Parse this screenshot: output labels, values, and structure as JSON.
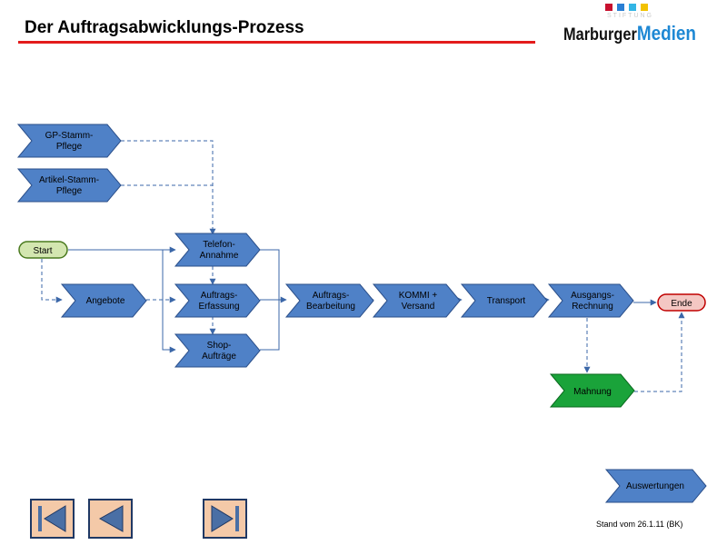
{
  "header": {
    "title": "Der Auftragsabwicklungs-Prozess"
  },
  "logo": {
    "tagline": "STIFTUNG",
    "word_part1": "Marburger",
    "word_part2": "Medien",
    "square_colors": [
      "#c8102e",
      "#2a7fd4",
      "#33b5e5",
      "#f2c200"
    ]
  },
  "diagram": {
    "nodes": {
      "gp_stamm": [
        "GP-Stamm-",
        "Pflege"
      ],
      "artikel_stamm": [
        "Artikel-Stamm-",
        "Pflege"
      ],
      "start": [
        "Start"
      ],
      "angebote": [
        "Angebote"
      ],
      "telefon": [
        "Telefon-",
        "Annahme"
      ],
      "auftrags_erfassung": [
        "Auftrags-",
        "Erfassung"
      ],
      "shop": [
        "Shop-",
        "Aufträge"
      ],
      "auftrags_bearbeitung": [
        "Auftrags-",
        "Bearbeitung"
      ],
      "kommi": [
        "KOMMI +",
        "Versand"
      ],
      "transport": [
        "Transport"
      ],
      "ausgangs_rechnung": [
        "Ausgangs-",
        "Rechnung"
      ],
      "ende": [
        "Ende"
      ],
      "mahnung": [
        "Mahnung"
      ],
      "auswertungen": [
        "Auswertungen"
      ]
    },
    "colors": {
      "process_fill": "#4f81c7",
      "process_stroke": "#2b4f8a",
      "start_fill": "#d3e6b0",
      "start_stroke": "#4a7a1f",
      "end_fill": "#f4c7c3",
      "end_stroke": "#c00000",
      "mahnung_fill": "#1aa33a",
      "mahnung_stroke": "#0a6a1e",
      "connector": "#3b67a8"
    }
  },
  "footer": {
    "stand": "Stand vom 26.1.11 (BK)",
    "nav_buttons": [
      "first-page",
      "previous-page",
      "last-page"
    ],
    "nav_colors": {
      "fill": "#f4c9a8",
      "border": "#1f3864",
      "arrow": "#4a6fa5"
    }
  }
}
